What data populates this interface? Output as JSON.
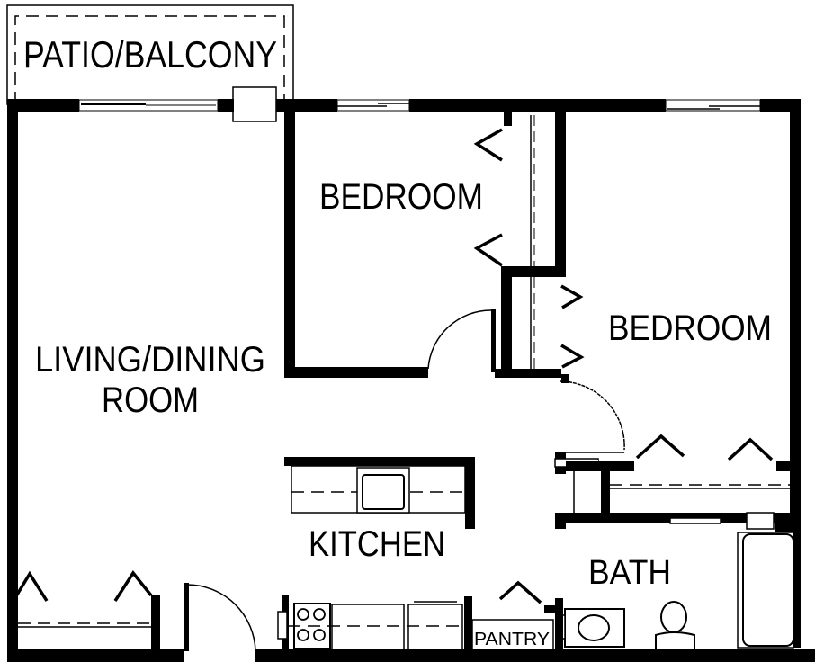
{
  "plan": {
    "background": "#ffffff",
    "ink": "#000000"
  },
  "rooms": {
    "patio": {
      "label": "PATIO/BALCONY"
    },
    "bedroom1": {
      "label": "BEDROOM"
    },
    "bedroom2": {
      "label": "BEDROOM"
    },
    "living": {
      "line1": "LIVING/DINING",
      "line2": "ROOM"
    },
    "kitchen": {
      "label": "KITCHEN"
    },
    "bath": {
      "label": "BATH"
    },
    "pantry": {
      "label": "PANTRY"
    }
  },
  "icons": [
    "window-icon",
    "sliding-door-icon",
    "hinged-door-icon",
    "bifold-closet-door-icon",
    "stove-icon",
    "sink-icon",
    "refrigerator-icon",
    "toilet-icon",
    "bathtub-icon",
    "vanity-sink-icon"
  ]
}
